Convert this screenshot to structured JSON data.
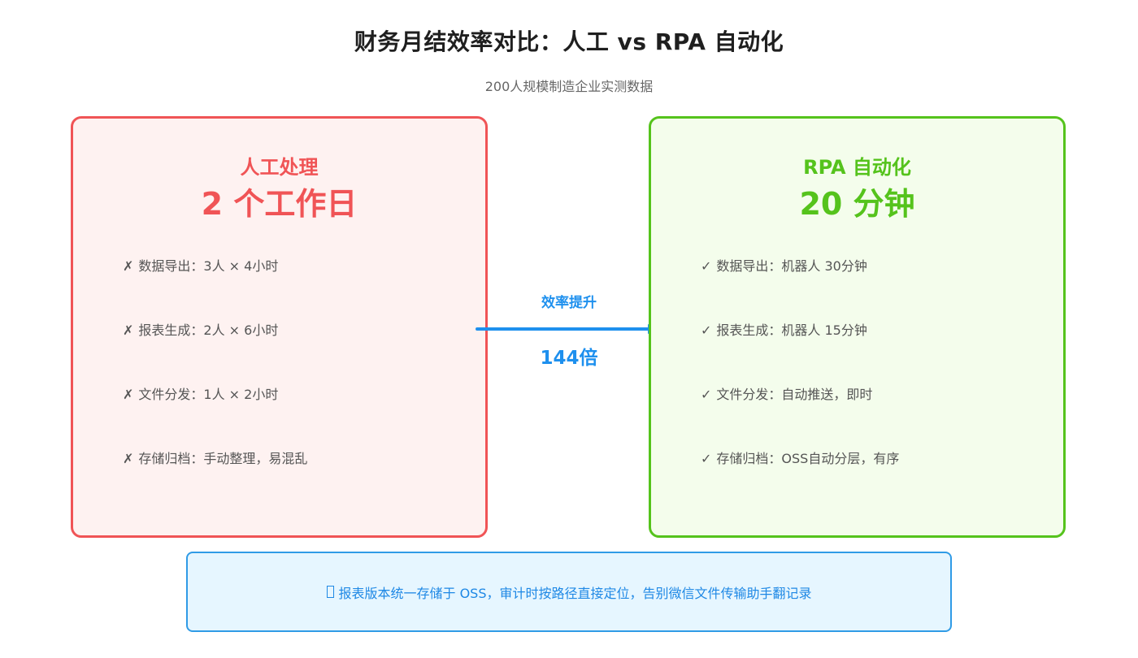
{
  "header": {
    "title": "财务月结效率对比：人工 vs RPA 自动化",
    "subtitle": "200人规模制造企业实测数据"
  },
  "manual": {
    "heading": "人工处理",
    "metric": "2 个工作日",
    "color": "#f05456",
    "mark": "✗",
    "items": [
      "数据导出：3人 × 4小时",
      "报表生成：2人 × 6小时",
      "文件分发：1人 × 2小时",
      "存储归档：手动整理，易混乱"
    ]
  },
  "rpa": {
    "heading": "RPA 自动化",
    "metric": "20 分钟",
    "color": "#55c31c",
    "mark": "✓",
    "items": [
      "数据导出：机器人 30分钟",
      "报表生成：机器人 15分钟",
      "文件分发：自动推送，即时",
      "存储归档：OSS自动分层，有序"
    ]
  },
  "arrow": {
    "label": "效率提升",
    "value": "144倍",
    "color": "#1e90ee"
  },
  "banner": {
    "icon": "lightbulb-icon",
    "text": "报表版本统一存储于 OSS，审计时按路径直接定位，告别微信文件传输助手翻记录"
  }
}
